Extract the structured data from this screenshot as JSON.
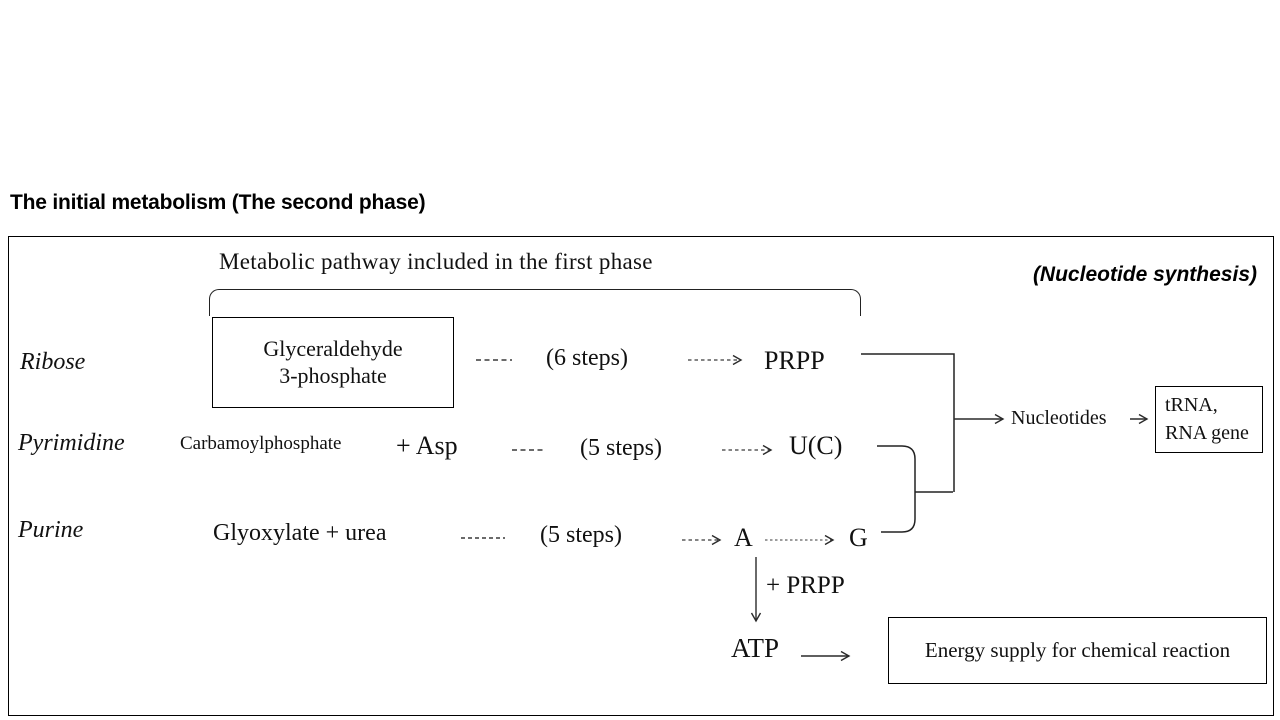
{
  "title": "The initial metabolism (The second phase)",
  "panel": {
    "header": "Metabolic pathway included in the first phase",
    "subtitle": "(Nucleotide synthesis)"
  },
  "rows": {
    "ribose": {
      "label": "Ribose",
      "source_line1": "Glyceraldehyde",
      "source_line2": "3-phosphate",
      "steps": "(6 steps)",
      "product": "PRPP"
    },
    "pyrimidine": {
      "label": "Pyrimidine",
      "source_main": "Carbamoylphosphate",
      "source_plus": "+ Asp",
      "steps": "(5 steps)",
      "product": "U(C)"
    },
    "purine": {
      "label": "Purine",
      "source": "Glyoxylate + urea",
      "steps": "(5 steps)",
      "product_a": "A",
      "product_g": "G"
    }
  },
  "nucleotides": {
    "label": "Nucleotides",
    "target_line1": "tRNA,",
    "target_line2": "RNA gene"
  },
  "atp": {
    "plus_prpp": "+ PRPP",
    "label": "ATP",
    "energy": "Energy supply for chemical reaction"
  },
  "colors": {
    "ink": "#1a1a1a",
    "background": "#ffffff"
  }
}
